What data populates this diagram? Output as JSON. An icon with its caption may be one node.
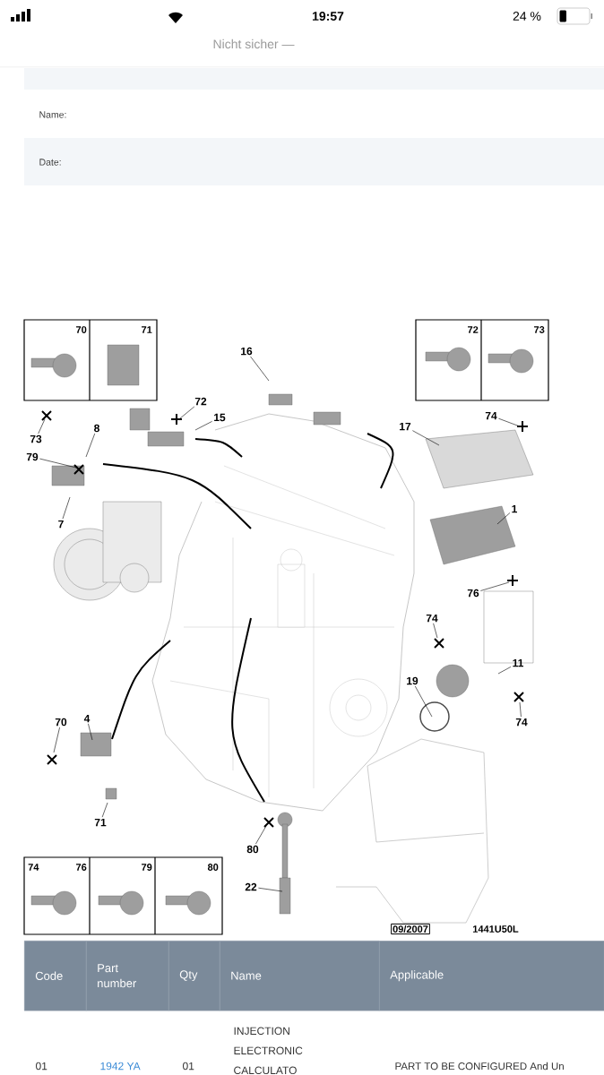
{
  "diagram": {
    "nodes": [
      {
        "text": [
          "16"
        ]
      },
      {
        "text": [
          "72"
        ]
      },
      {
        "text": [
          "74"
        ]
      },
      {
        "text": [
          "15"
        ]
      },
      {
        "text": [
          "17"
        ]
      },
      {
        "text": [
          "8"
        ]
      },
      {
        "text": [
          "73"
        ]
      },
      {
        "text": [
          "79"
        ]
      },
      {
        "text": [
          "1"
        ]
      },
      {
        "text": [
          "7"
        ]
      },
      {
        "text": [
          "76"
        ]
      },
      {
        "text": [
          "74"
        ]
      },
      {
        "text": [
          "11"
        ]
      },
      {
        "text": [
          "19"
        ]
      },
      {
        "text": [
          "4"
        ]
      },
      {
        "text": [
          "70"
        ]
      },
      {
        "text": [
          "74"
        ]
      },
      {
        "text": [
          "71"
        ]
      },
      {
        "text": [
          "80"
        ]
      },
      {
        "text": [
          "22"
        ]
      }
    ],
    "edges": [
      {
        "from": 0,
        "to": null,
        "arrow": "none"
      },
      {
        "from": 1,
        "to": null,
        "arrow": "none"
      },
      {
        "from": 2,
        "to": null,
        "arrow": "none"
      },
      {
        "from": 3,
        "to": null,
        "arrow": "none"
      },
      {
        "from": 4,
        "to": null,
        "arrow": "none"
      },
      {
        "from": 5,
        "to": null,
        "arrow": "none"
      },
      {
        "from": 6,
        "to": null,
        "arrow": "none"
      },
      {
        "from": 7,
        "to": null,
        "arrow": "none"
      },
      {
        "from": 8,
        "to": null,
        "arrow": "none"
      },
      {
        "from": 9,
        "to": null,
        "arrow": "none"
      },
      {
        "from": 10,
        "to": null,
        "arrow": "none"
      },
      {
        "from": 11,
        "to": null,
        "arrow": "none"
      },
      {
        "from": 12,
        "to": null,
        "arrow": "none"
      },
      {
        "from": 13,
        "to": null,
        "arrow": "none"
      },
      {
        "from": 14,
        "to": null,
        "arrow": "none"
      },
      {
        "from": 15,
        "to": null,
        "arrow": "none"
      },
      {
        "from": 16,
        "to": null,
        "arrow": "none"
      },
      {
        "from": 17,
        "to": null,
        "arrow": "none"
      },
      {
        "from": 18,
        "to": null,
        "arrow": "none"
      },
      {
        "from": 19,
        "to": null,
        "arrow": "none"
      }
    ],
    "labels": [
      "19:57",
      "24 %",
      "Nicht sicher —",
      "Name:",
      "Date:",
      "70",
      "71",
      "72",
      "73",
      "74",
      "76",
      "79",
      "80",
      "09/2007",
      "1441U50L",
      "Code",
      "Part number",
      "Qty",
      "Name",
      "Applicable",
      "01",
      "1942 YA",
      "01",
      "INJECTION ELECTRONIC CALCULATO",
      "PART TO BE CONFIGURED And Un"
    ]
  }
}
